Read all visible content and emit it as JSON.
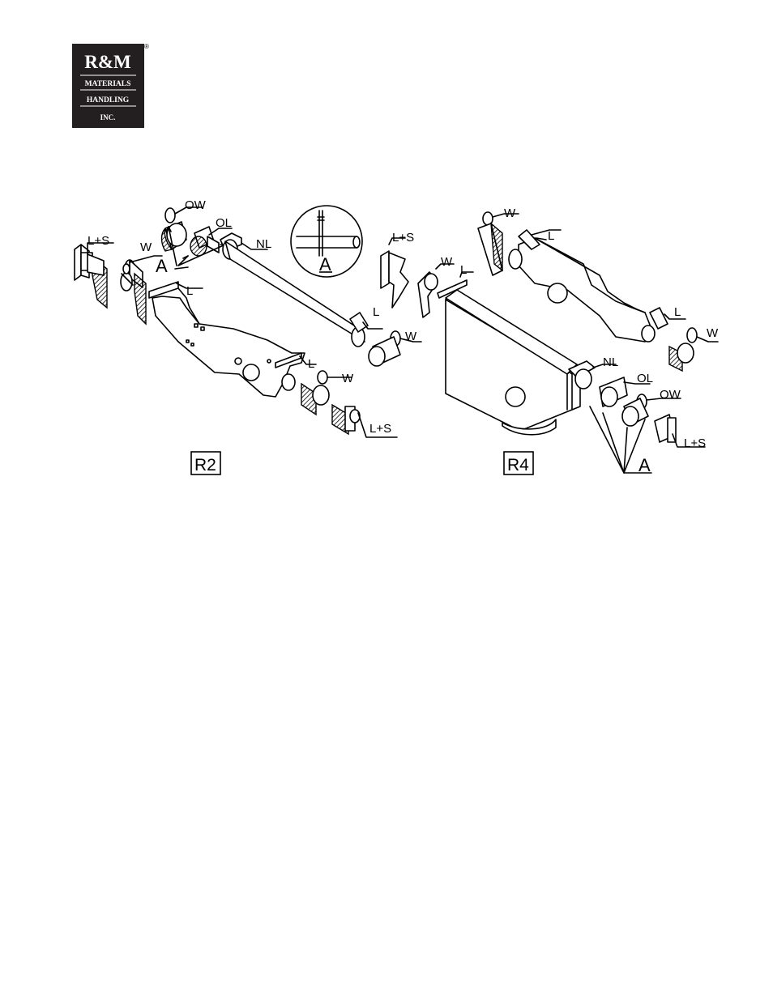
{
  "logo": {
    "line1": "R&M",
    "line2": "MATERIALS",
    "line3": "HANDLING",
    "line4": "INC.",
    "registered": "®"
  },
  "drawing": {
    "left_assembly": {
      "box_label": "R2",
      "labels": {
        "ls_top": "L+S",
        "w_top": "W",
        "ow": "OW",
        "ol": "OL",
        "a": "A",
        "nl": "NL",
        "l_upper": "L",
        "l_right": "L",
        "w_right": "W",
        "l_bottom": "L",
        "w_bottom": "W",
        "ls_bottom": "L+S"
      }
    },
    "detail": {
      "label": "A"
    },
    "right_assembly": {
      "box_label": "R4",
      "labels": {
        "ls_left": "L+S",
        "w_left": "W",
        "l_left": "L",
        "w_top": "W",
        "l_top": "L",
        "l_right": "L",
        "w_right": "W",
        "nl": "NL",
        "ol": "OL",
        "ow": "OW",
        "ls_bottom": "L+S",
        "a": "A"
      }
    }
  },
  "colors": {
    "ink": "#000000",
    "paper": "#ffffff",
    "logo_bg": "#231f20"
  }
}
